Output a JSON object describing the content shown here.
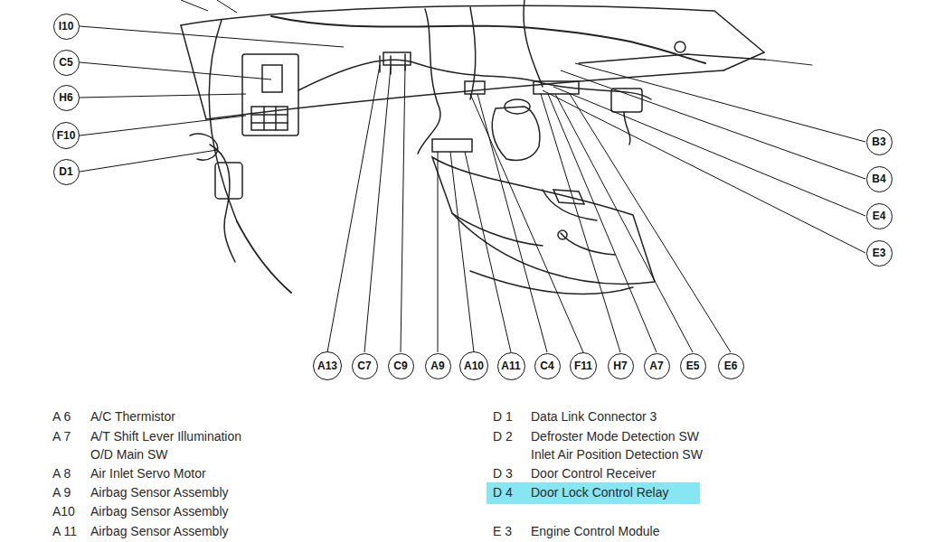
{
  "diagram": {
    "nodes": [
      {
        "text": [
          "I10"
        ]
      },
      {
        "text": [
          "C5"
        ]
      },
      {
        "text": [
          "H6"
        ]
      },
      {
        "text": [
          "F10"
        ]
      },
      {
        "text": [
          "D1"
        ]
      },
      {
        "text": [
          "B3"
        ]
      },
      {
        "text": [
          "B4"
        ]
      },
      {
        "text": [
          "E4"
        ]
      },
      {
        "text": [
          "E3"
        ]
      },
      {
        "text": [
          "A13"
        ]
      },
      {
        "text": [
          "C7"
        ]
      },
      {
        "text": [
          "C9"
        ]
      },
      {
        "text": [
          "A9"
        ]
      },
      {
        "text": [
          "A10"
        ]
      },
      {
        "text": [
          "A11"
        ]
      },
      {
        "text": [
          "C4"
        ]
      },
      {
        "text": [
          "F11"
        ]
      },
      {
        "text": [
          "H7"
        ]
      },
      {
        "text": [
          "A7"
        ]
      },
      {
        "text": [
          "E5"
        ]
      },
      {
        "text": [
          "E6"
        ]
      }
    ],
    "labels": [
      "A 6",
      "A/C Thermistor",
      "A 7",
      "A/T Shift Lever Illumination",
      "O/D Main SW",
      "A 8",
      "Air Inlet Servo Motor",
      "A 9",
      "Airbag Sensor Assembly",
      "A10",
      "Airbag Sensor Assembly",
      "A 11",
      "Airbag Sensor Assembly",
      "D 1",
      "Data Link Connector 3",
      "D 2",
      "Defroster Mode Detection SW",
      "Inlet Air Position Detection SW",
      "D 3",
      "Door Control Receiver",
      "D 4",
      "Door Lock Control Relay",
      "E 3",
      "Engine Control Module"
    ]
  }
}
